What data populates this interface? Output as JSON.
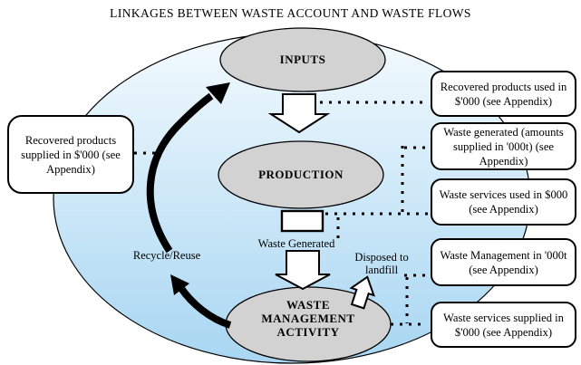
{
  "title": "LINKAGES BETWEEN WASTE ACCOUNT AND WASTE FLOWS",
  "colors": {
    "oval_top": "#f3fafe",
    "oval_bottom": "#a8d6f2",
    "node_fill": "#d2d2d2",
    "outline": "#000000",
    "box_fill": "#ffffff"
  },
  "nodes": {
    "inputs": "INPUTS",
    "production": "PRODUCTION",
    "waste_management": "WASTE MANAGEMENT ACTIVITY"
  },
  "flow_labels": {
    "waste_generated": "Waste Generated",
    "disposed_to_landfill": "Disposed to landfill",
    "recycle_reuse": "Recycle/Reuse"
  },
  "callouts": {
    "left": "Recovered products supplied in $'000 (see Appendix)",
    "right": [
      "Recovered products used in $'000 (see Appendix)",
      "Waste generated (amounts supplied in '000t) (see Appendix)",
      "Waste services used in $000 (see Appendix)",
      "Waste Management in '000t (see Appendix)",
      "Waste services supplied in $'000 (see Appendix)"
    ]
  },
  "icons": {
    "down-arrow-icon": "block arrow pointing down",
    "landfill-arrow-icon": "small block arrow pointing up to landfill",
    "recycle-reuse-arrow-icon": "thick curved cycle arrows"
  }
}
